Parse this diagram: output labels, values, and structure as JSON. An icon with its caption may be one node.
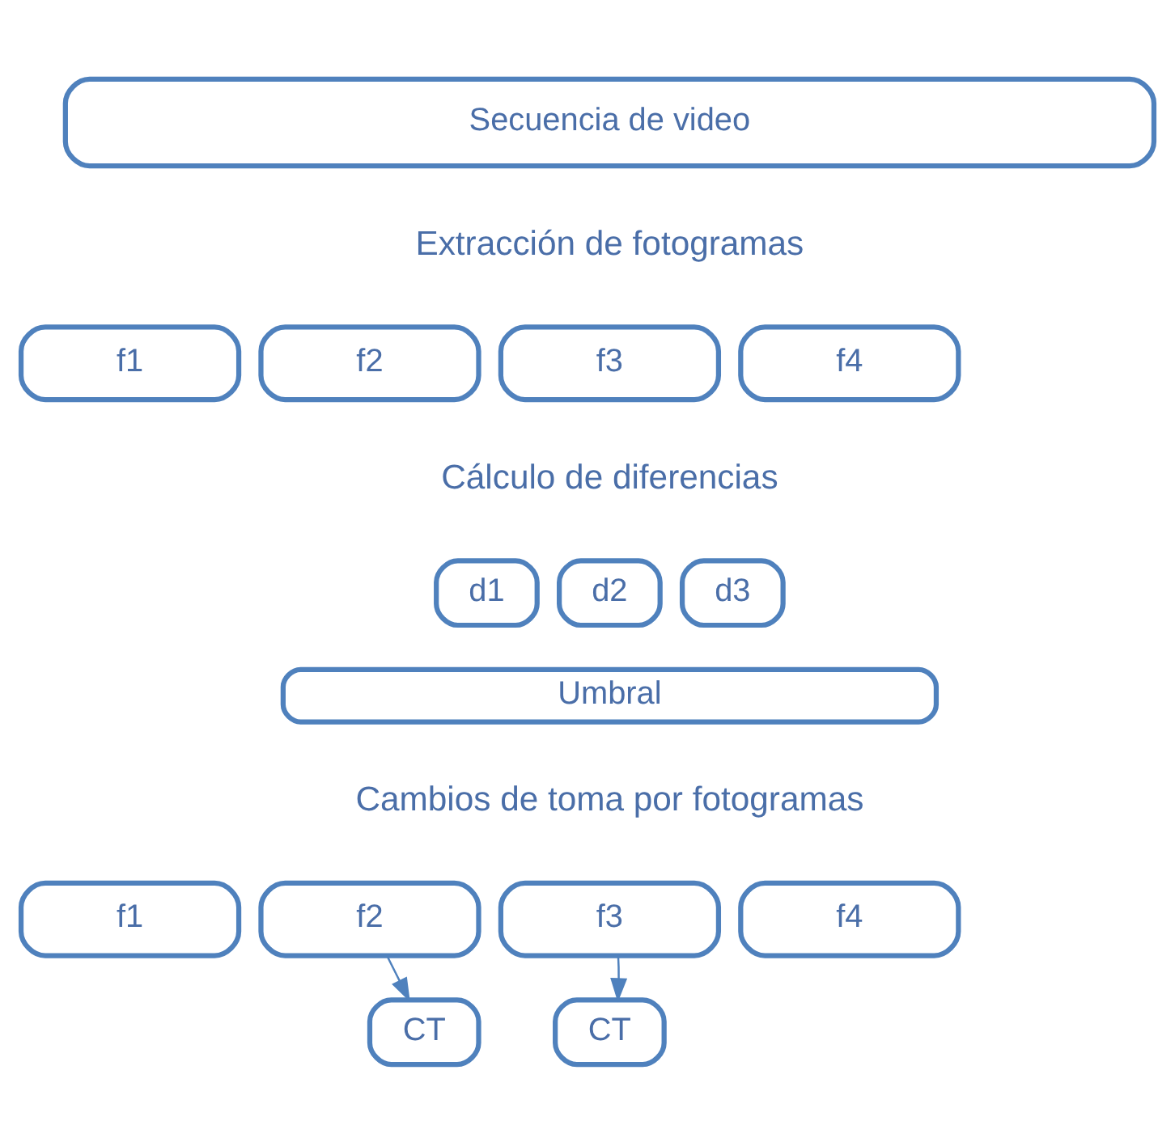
{
  "diagram": {
    "nodes": [
      {
        "text": [
          "Secuencia de video"
        ]
      },
      {
        "text": [
          "f1"
        ]
      },
      {
        "text": [
          "f2"
        ]
      },
      {
        "text": [
          "f3"
        ]
      },
      {
        "text": [
          "f4"
        ]
      },
      {
        "text": [
          "d1"
        ]
      },
      {
        "text": [
          "d2"
        ]
      },
      {
        "text": [
          "d3"
        ]
      },
      {
        "text": [
          "Umbral"
        ]
      },
      {
        "text": [
          "f1"
        ]
      },
      {
        "text": [
          "f2"
        ]
      },
      {
        "text": [
          "f3"
        ]
      },
      {
        "text": [
          "f4"
        ]
      },
      {
        "text": [
          "CT"
        ]
      },
      {
        "text": [
          "CT"
        ]
      }
    ],
    "edges": [
      {
        "from": 10,
        "to": 13,
        "arrow": "to"
      },
      {
        "from": 11,
        "to": 14,
        "arrow": "to"
      }
    ],
    "labels": [
      "Extracción de fotogramas",
      "Cálculo de diferencias",
      "Cambios de toma por fotogramas"
    ]
  }
}
